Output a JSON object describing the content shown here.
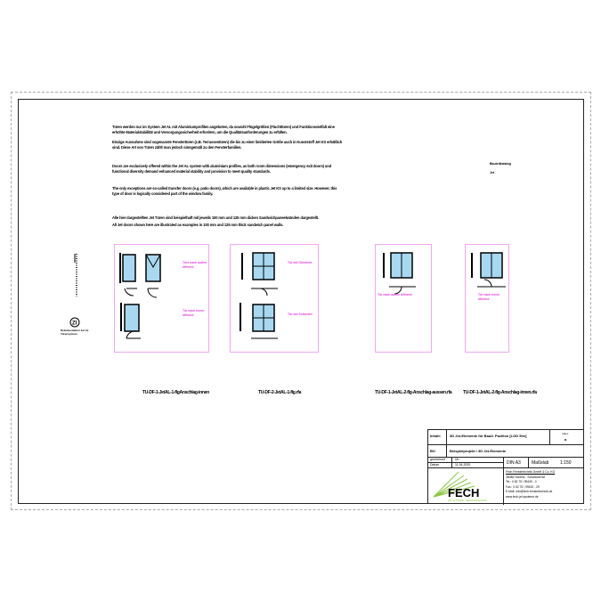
{
  "paragraphs": [
    "Türen werden nur im System Jet AL mit Aluminiumprofilen angeboten, da sowohl Flügelgrößen (Fluchttüren) und Funktionsvielfalt eine erhöhte Materialstabilität und Versorgungssicherheit erfordern, um die Qualitätsanforderungen zu erfüllen.",
    "Einzige Ausnahme sind sogenannte Fenstertüren (z.B. Terrassentüren) die bis zu einer limitierten Größe auch in Kunststoff Jet KS erhältlich sind. Diese Art von Türen zählt man jedoch sinngemäß zu den Fensterfamilien.",
    "Doors are exclusively offered within the Jet AL system with aluminium profiles, as both room dimensions (emergency exit doors) and functional diversity demand enhanced material stability and provision to meet quality standards.",
    "The only exceptions are so-called transfer doors (e.g. patio doors), which are available in plastic Jet KS up to a limited size. However, this type of door is logically considered part of the window family.",
    "Alle hier dargestellten Jet Türen sind beispielhaft mit jeweils 100 mm und 125 mm dicken Sandwichpaneelwänden dargestellt.",
    "All Jet doors shown here are illustrated as examples in 100 mm and 125 mm thick sandwich panel walls."
  ],
  "side_note": [
    "Bauteilkatalog",
    "Jet"
  ],
  "left_legend": "Dokumentation Jet AL Türensystem",
  "drawings": [
    {
      "label": "TU-DF-1-JetAL-1-flgAnschlag-innen",
      "notes": [
        "Türe nach außen öffnend",
        "Tür nach innen öffnend"
      ]
    },
    {
      "label": "TU-DF-2-JetAL-1-flg.rfa",
      "notes": [
        "Tür mit Oberlicht",
        "Tür mit Seitenteil"
      ]
    },
    {
      "label": "TU-DF-1-JetAL-2-flg-Anschlag-aussen.rfa",
      "notes": [
        "Tür nach außen öffnend"
      ]
    },
    {
      "label": "TU-DF-1-JetAL-2-flg-Anschlag-innen.rfa",
      "notes": [
        "Tür nach innen öffnend"
      ]
    }
  ],
  "title_block": {
    "inhalt_label": "Inhalt:",
    "inhalt": "3D Jet-Elemente für Bautl. Pavillon [LOD 5hv]",
    "index_label": "Index",
    "index": "a",
    "bv_label": "BV:",
    "bv": "Beispielprojekt / 3D Jet-Elemente",
    "gezeichnet_label": "gezeichnet",
    "gezeichnet": "Ub",
    "datum_label": "Datum",
    "datum": "11.04.2020",
    "format": "DIN A3",
    "massstab_label": "Maßstab",
    "massstab": "1:150",
    "logo": "FECH",
    "logo_sub": "JET SYSTEME · FENSTERTECHNIK",
    "address": [
      "Fech Fenstertechnik GmbH & Co. KG",
      "36088 Hünfeld - Schweizerhof",
      "Tel.: 0 62 75 / 99430 - 0",
      "Fax.: 0 62 75 / 99430 - 29",
      "E-Mail: info@fech-fenstertechnik.de",
      "www.fech-jet-systeme.de"
    ]
  },
  "colors": {
    "panel_border": "#f0a8f0",
    "note": "#e040e0",
    "glass": "#a8d8f0",
    "logo_green": "#8cc63f"
  }
}
